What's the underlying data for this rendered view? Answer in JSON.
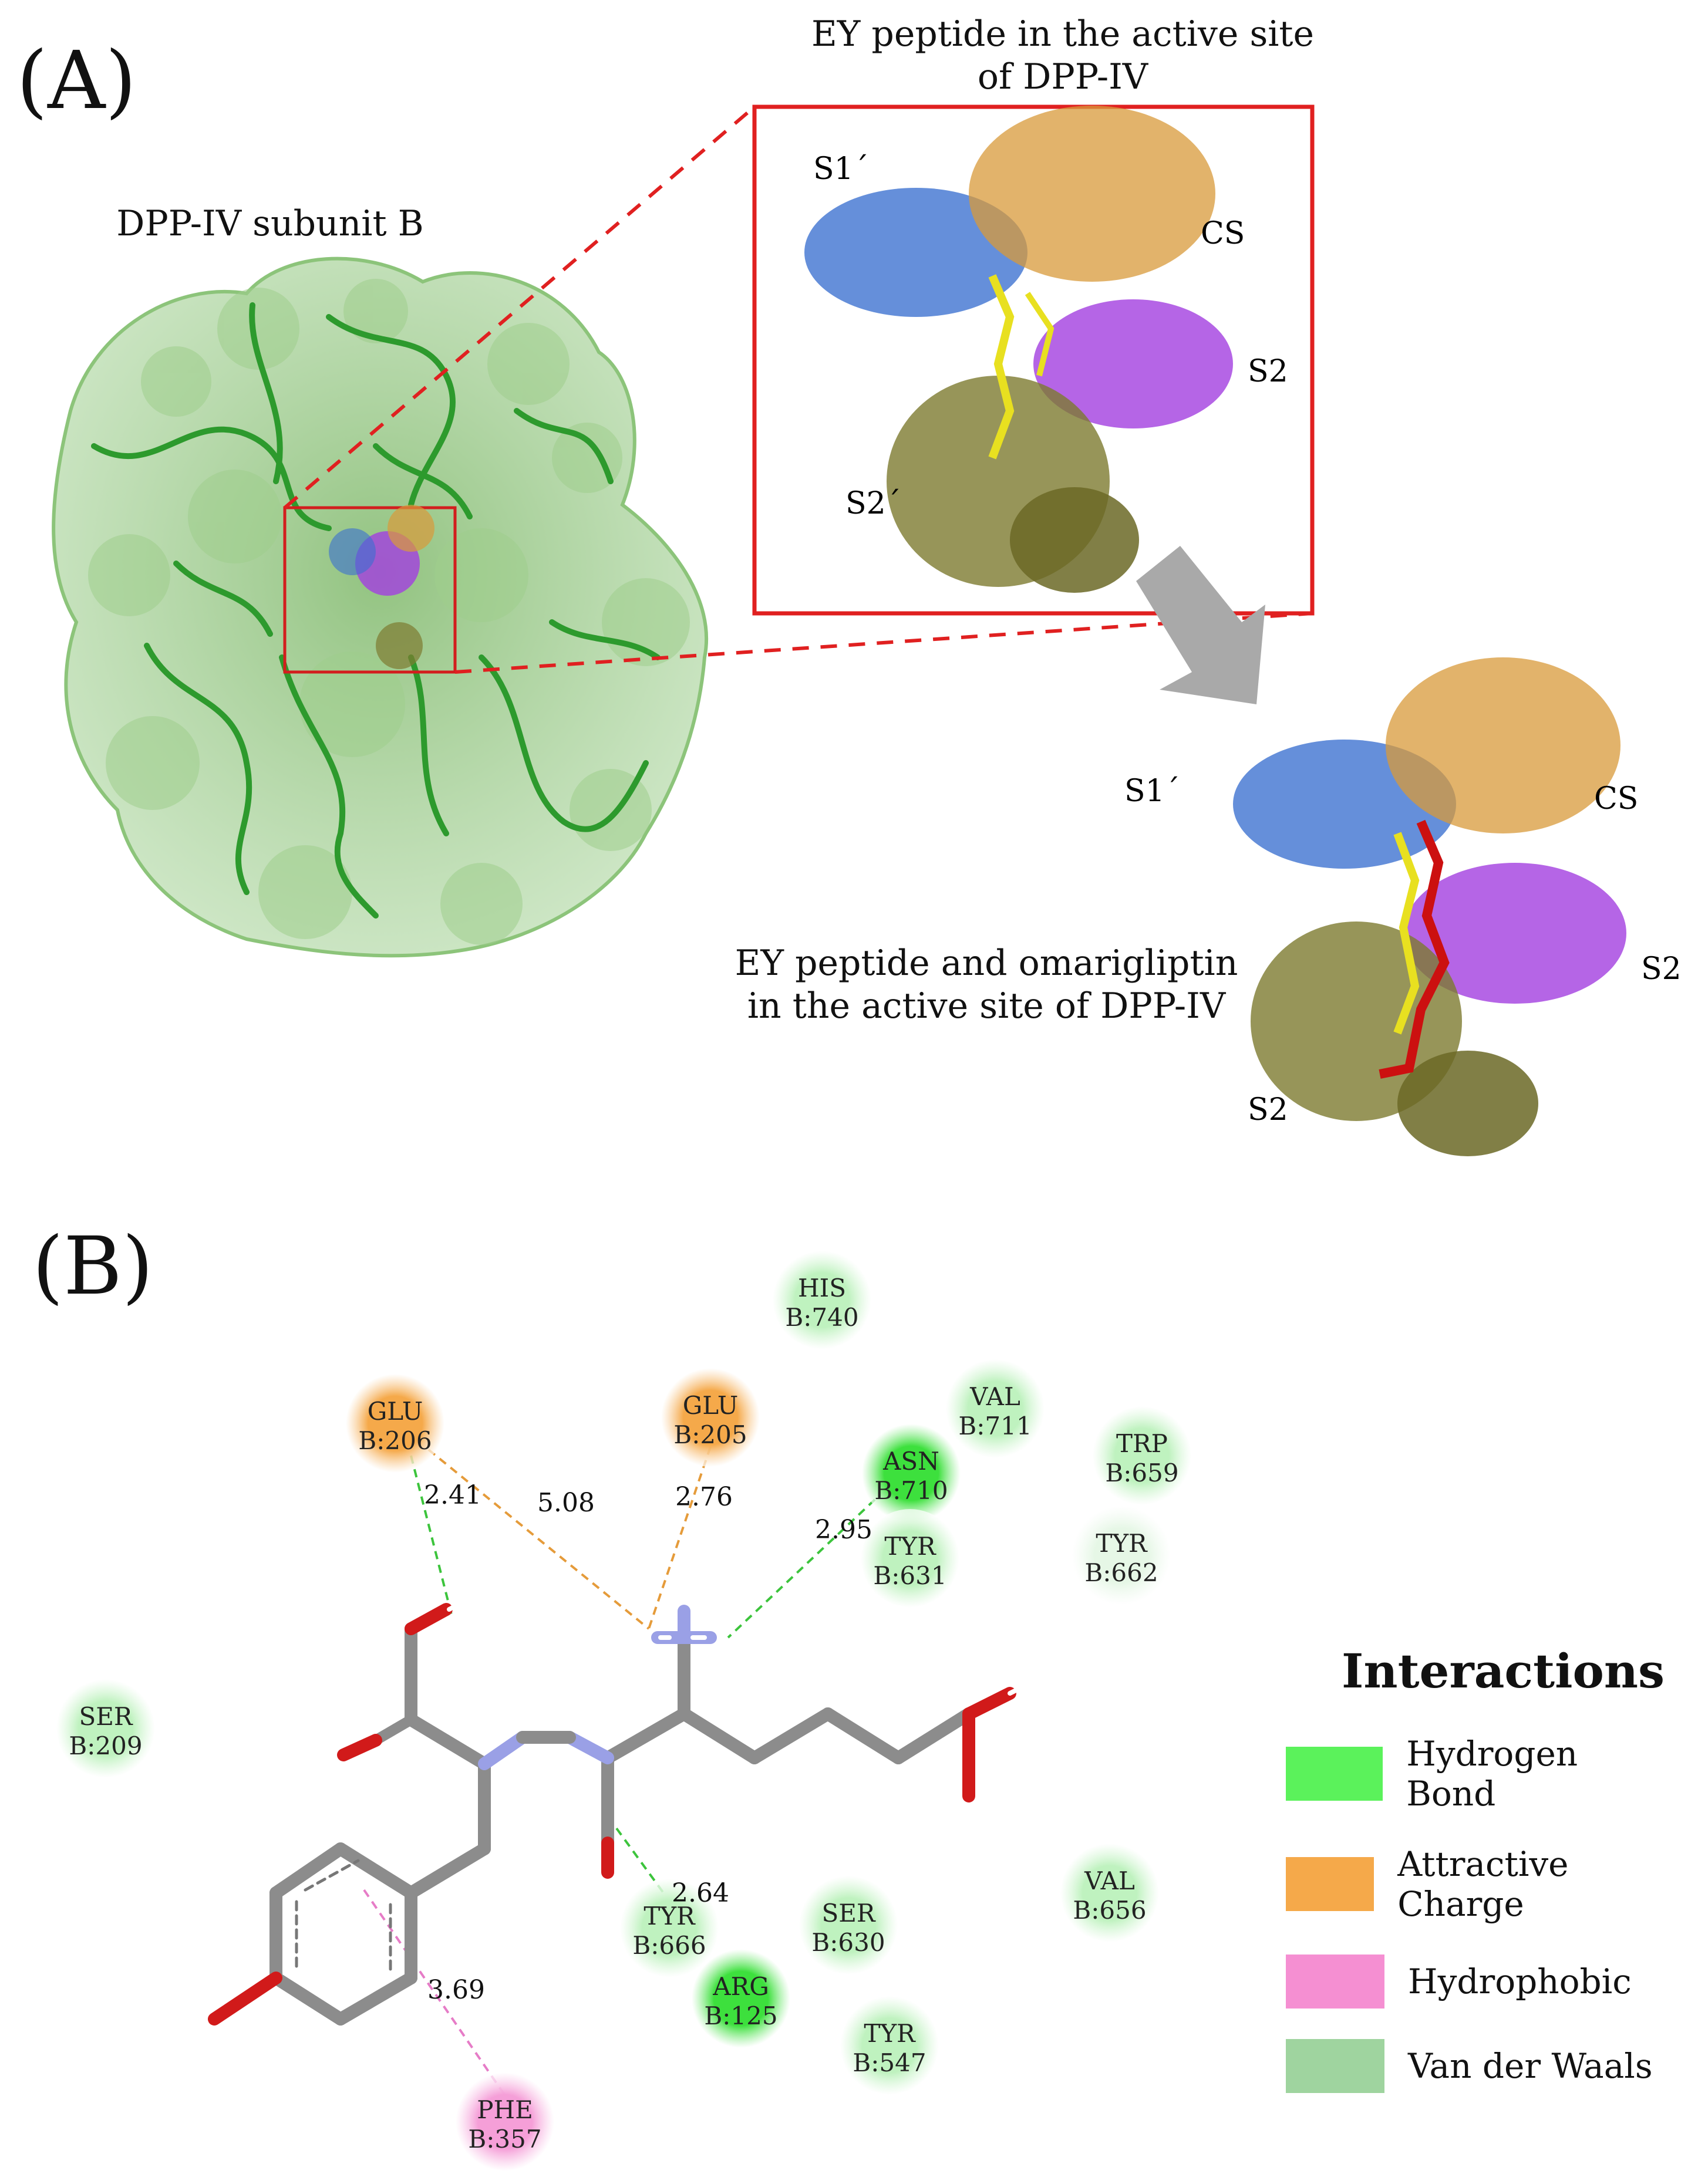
{
  "panelA": {
    "letter": "(A)",
    "left_caption": "DPP-IV subunit B",
    "top_caption": [
      "EY peptide in the active site",
      "of DPP-IV"
    ],
    "bottom_caption": [
      "EY peptide and omarigliptin",
      "in the active site of DPP-IV"
    ],
    "site_labels_top": {
      "s1p": "S1´",
      "cs": "CS",
      "s2": "S2",
      "s2p": "S2´"
    },
    "site_labels_bottom": {
      "s1p": "S1´",
      "cs": "CS",
      "s2": "S2",
      "s2b": "S2"
    },
    "colors": {
      "protein": "#4a9a35",
      "zoom_box": "#e02020",
      "s1p": "#3a6fd0",
      "cs": "#d89a3a",
      "s2": "#a23ee0",
      "s2p": "#7d7a30",
      "arrow": "#a9a9a9",
      "ligand_ey": "#e8e020",
      "ligand_omari": "#cc1010"
    }
  },
  "panelB": {
    "letter": "(B)",
    "residues": [
      {
        "id": "his740",
        "name": "HIS",
        "num": "B:740",
        "type": "vdw"
      },
      {
        "id": "glu206",
        "name": "GLU",
        "num": "B:206",
        "type": "charge"
      },
      {
        "id": "glu205",
        "name": "GLU",
        "num": "B:205",
        "type": "charge"
      },
      {
        "id": "val711",
        "name": "VAL",
        "num": "B:711",
        "type": "vdw"
      },
      {
        "id": "asn710",
        "name": "ASN",
        "num": "B:710",
        "type": "hbond"
      },
      {
        "id": "trp659",
        "name": "TRP",
        "num": "B:659",
        "type": "vdw"
      },
      {
        "id": "tyr631",
        "name": "TYR",
        "num": "B:631",
        "type": "vdw"
      },
      {
        "id": "tyr662",
        "name": "TYR",
        "num": "B:662",
        "type": "vdw_light"
      },
      {
        "id": "ser209",
        "name": "SER",
        "num": "B:209",
        "type": "vdw"
      },
      {
        "id": "tyr666",
        "name": "TYR",
        "num": "B:666",
        "type": "vdw"
      },
      {
        "id": "ser630",
        "name": "SER",
        "num": "B:630",
        "type": "vdw"
      },
      {
        "id": "val656",
        "name": "VAL",
        "num": "B:656",
        "type": "vdw"
      },
      {
        "id": "arg125",
        "name": "ARG",
        "num": "B:125",
        "type": "hbond"
      },
      {
        "id": "tyr547",
        "name": "TYR",
        "num": "B:547",
        "type": "vdw"
      },
      {
        "id": "phe357",
        "name": "PHE",
        "num": "B:357",
        "type": "hydrophobic"
      }
    ],
    "distances": {
      "glu206_oh": "2.41",
      "glu206_n": "5.08",
      "glu205_n": "2.76",
      "asn710_n": "2.95",
      "tyr666_o": "2.64",
      "phe357_ring": "3.69"
    },
    "legend": {
      "title": "Interactions",
      "items": [
        {
          "label": "Hydrogen Bond",
          "color": "#5bf25b"
        },
        {
          "label": "Attractive Charge",
          "color": "#f5a94a"
        },
        {
          "label": "Hydrophobic",
          "color": "#f58fd2"
        },
        {
          "label": "Van der Waals",
          "color": "#9fd49f"
        }
      ]
    },
    "type_colors": {
      "vdw": "#bff2bf",
      "vdw_light": "#e6f7e6",
      "hbond": "#3de03d",
      "charge": "#f5a94a",
      "hydrophobic": "#f59fd8"
    }
  }
}
